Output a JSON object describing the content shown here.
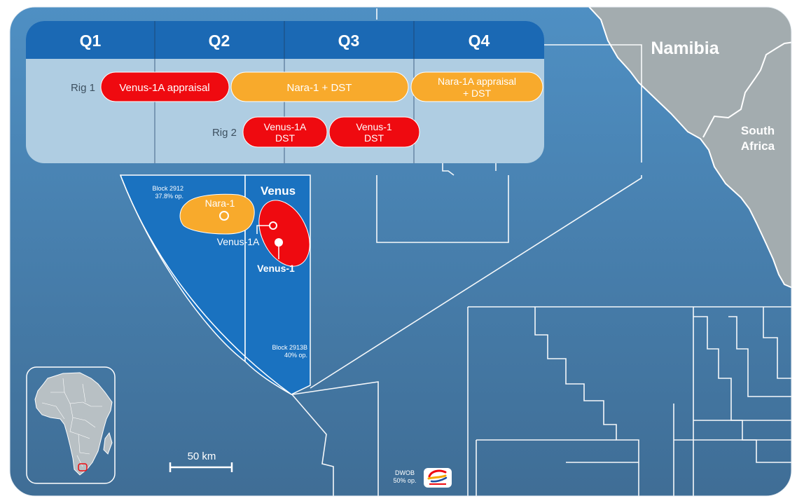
{
  "schedule": {
    "quarters": [
      "Q1",
      "Q2",
      "Q3",
      "Q4"
    ],
    "rig1_label": "Rig 1",
    "rig2_label": "Rig 2",
    "rig1_bars": [
      {
        "label": "Venus-1A appraisal",
        "type": "red"
      },
      {
        "label": "Nara-1 + DST",
        "type": "orange"
      },
      {
        "label": "Nara-1A appraisal",
        "label2": "+ DST",
        "type": "orange"
      }
    ],
    "rig2_bars": [
      {
        "label": "Venus-1A",
        "label2": "DST",
        "type": "red"
      },
      {
        "label": "Venus-1",
        "label2": "DST",
        "type": "red"
      }
    ]
  },
  "map": {
    "countries": {
      "namibia": "Namibia",
      "south_africa_1": "South",
      "south_africa_2": "Africa"
    },
    "blocks": {
      "block_2912_name": "Block 2912",
      "block_2912_share": "37.8% op.",
      "block_2913b_name": "Block 2913B",
      "block_2913b_share": "40% op.",
      "dwob_name": "DWOB",
      "dwob_share": "50% op."
    },
    "discoveries": {
      "venus": "Venus",
      "nara1": "Nara-1",
      "venus1a": "Venus-1A",
      "venus1": "Venus-1"
    },
    "scale_label": "50 km"
  },
  "colors": {
    "ocean_top": "#4f90c4",
    "ocean_bottom": "#3f6e96",
    "land": "#a3acaf",
    "block_blue": "#1a72c0",
    "red": "#ef0a10",
    "orange": "#f8aa2c",
    "header_blue": "#1b69b4",
    "panel": "#b3cfe3"
  },
  "icons": [
    "africa-inset-icon",
    "totalenergies-logo-icon"
  ]
}
